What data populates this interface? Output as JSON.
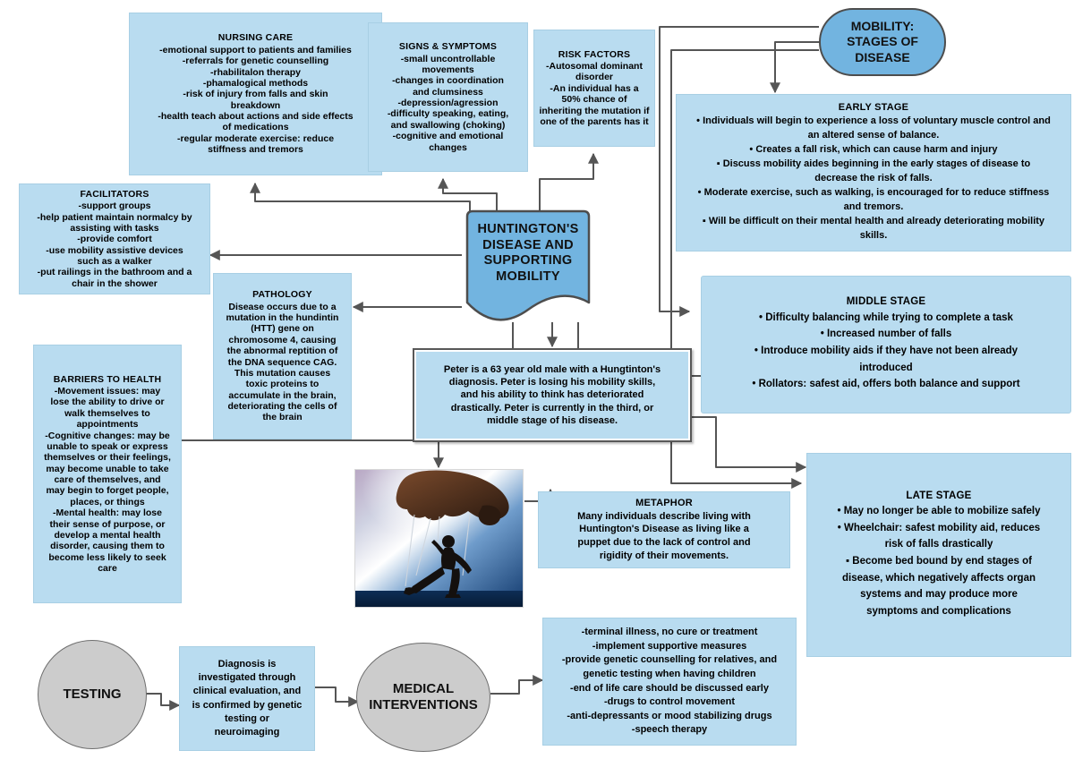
{
  "title": "Huntington's Disease and Supporting Mobility Concept Map",
  "colors": {
    "box_fill": "#b9dcf0",
    "header_fill": "#72b4e0",
    "circle_fill": "#cccccc",
    "connector": "#555555",
    "text": "#000000"
  },
  "central": {
    "label": "HUNTINGTON'S\nDISEASE AND\nSUPPORTING\nMOBILITY"
  },
  "mobility_header": {
    "label": "MOBILITY:\nSTAGES OF\nDISEASE"
  },
  "boxes": {
    "nursing_care": {
      "title": "NURSING CARE",
      "body": "-emotional support to patients and families\n-referrals for genetic counselling\n-rhabilitalon therapy\n-phamalogical methods\n-risk of injury from falls and skin\nbreakdown\n-health teach about actions and side effects\nof medications\n-regular moderate exercise: reduce\nstiffness and tremors"
    },
    "signs_symptoms": {
      "title": "SIGNS & SYMPTOMS",
      "body": "-small uncontrollable\nmovements\n-changes in coordination\nand clumsiness\n-depression/agression\n-difficulty speaking, eating,\nand swallowing (choking)\n-cognitive and emotional\nchanges"
    },
    "risk_factors": {
      "title": "RISK FACTORS",
      "body": "-Autosomal dominant\ndisorder\n-An individual has a\n50% chance of\ninheriting the mutation if\none of the parents has it"
    },
    "facilitators": {
      "title": "FACILITATORS",
      "body": "-support groups\n-help patient maintain normalcy by\nassisting with tasks\n-provide comfort\n-use mobility assistive devices\nsuch as a walker\n-put railings in the bathroom and a\nchair in the shower"
    },
    "pathology": {
      "title": "PATHOLOGY",
      "body": "Disease occurs due to a\nmutation in the hundintin\n(HTT) gene on\nchromosome 4, causing\nthe abnormal reptition of\nthe DNA sequence CAG.\nThis mutation causes\ntoxic proteins to\naccumulate in the brain,\ndeteriorating the cells of\nthe brain"
    },
    "barriers_to_health": {
      "title": "BARRIERS TO HEALTH",
      "body": "-Movement issues: may\nlose the ability to drive or\nwalk themselves to\nappointments\n-Cognitive changes: may be\nunable to speak or express\nthemselves or their feelings,\nmay become unable to take\ncare of themselves, and\nmay begin to forget people,\nplaces, or things\n-Mental health: may lose\ntheir sense of purpose, or\ndevelop a mental health\ndisorder, causing them to\nbecome less likely to seek\ncare"
    },
    "early_stage": {
      "title": "EARLY STAGE",
      "body": "• Individuals will begin to experience a loss of voluntary muscle control and\nan altered sense of balance.\n• Creates a fall risk, which can cause harm and injury\n▪ Discuss mobility aides beginning in the early stages of disease to\ndecrease the risk of falls.\n• Moderate exercise, such as walking, is encouraged for to reduce stiffness\nand tremors.\n▪ Will be difficult on their mental health and already deteriorating mobility\nskills."
    },
    "middle_stage": {
      "title": "MIDDLE STAGE",
      "body": "• Difficulty balancing while trying to complete a task\n• Increased number of falls\n• Introduce mobility aids if they have not been already\nintroduced\n• Rollators: safest aid, offers both balance and support"
    },
    "late_stage": {
      "title": "LATE STAGE",
      "body": "• May no longer be able to mobilize safely\n• Wheelchair: safest mobility aid, reduces\nrisk of falls drastically\n▪ Become bed bound by end stages of\ndisease, which negatively affects organ\nsystems and may produce more\nsymptoms and complications"
    },
    "peter_case": {
      "body": "Peter is a 63 year old male with a Hungtinton's\ndiagnosis. Peter is losing his mobility skills,\nand his ability to think has deteriorated\ndrastically. Peter is currently in the third, or\nmiddle stage of his disease."
    },
    "metaphor": {
      "title": "METAPHOR",
      "body": "Many individuals describe living with\nHuntington's Disease as living like a\npuppet due to the lack of control and\nrigidity of their movements."
    },
    "diagnosis_note": {
      "body": "Diagnosis is\ninvestigated through\nclinical evaluation, and\nis confirmed by genetic\ntesting or\nneuroimaging"
    },
    "interventions_list": {
      "body": "-terminal illness, no cure or treatment\n-implement supportive measures\n-provide genetic counselling for relatives, and\ngenetic testing when having children\n-end of life care should be discussed early\n-drugs to control movement\n-anti-depressants or mood stabilizing drugs\n-speech therapy"
    }
  },
  "circles": {
    "testing": {
      "label": "TESTING"
    },
    "medical_interventions": {
      "label": "MEDICAL\nINTERVENTIONS"
    }
  },
  "images": {
    "puppet": {
      "alt": "puppet-hand-silhouette-image"
    }
  }
}
